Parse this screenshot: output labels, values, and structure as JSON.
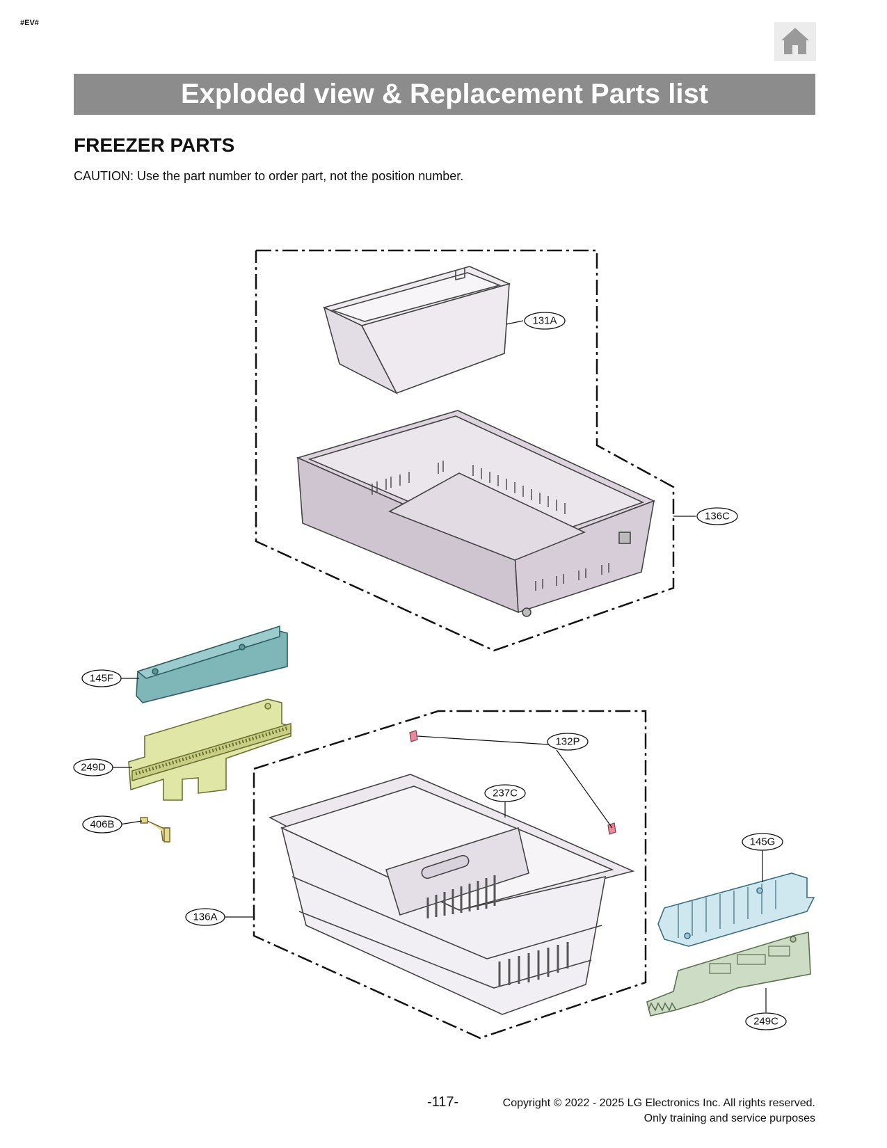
{
  "header": {
    "tag": "#EV#",
    "home_icon": "home-icon",
    "banner_title": "Exploded view & Replacement Parts list"
  },
  "section": {
    "title": "FREEZER PARTS",
    "caution": "CAUTION: Use the part number to order part, not the position number."
  },
  "callouts": {
    "c131A": "131A",
    "c136C": "136C",
    "c145F": "145F",
    "c249D": "249D",
    "c406B": "406B",
    "c132P": "132P",
    "c237C": "237C",
    "c136A": "136A",
    "c145G": "145G",
    "c249C": "249C"
  },
  "part_colors": {
    "basket": "#d8d0dc",
    "rail_145F": "#7fb7b9",
    "rail_249D": "#dfe6a6",
    "rail_145G": "#cfe7ee",
    "rail_249C": "#cddcc4",
    "stopper_132P": "#e88a9a"
  },
  "footer": {
    "page": "-117-",
    "copyright": "Copyright © 2022 - 2025 LG Electronics Inc. All rights reserved.",
    "note": "Only training and service purposes"
  }
}
